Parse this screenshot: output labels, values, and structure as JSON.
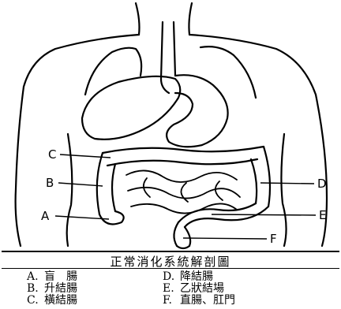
{
  "diagram": {
    "callouts": {
      "a": "A",
      "b": "B",
      "c": "C",
      "d": "D",
      "e": "E",
      "f": "F"
    },
    "caption": "正常消化系統解剖圖",
    "legend": [
      {
        "left_key": "A.",
        "left_text": "盲　腸",
        "right_key": "D.",
        "right_text": "降結腸"
      },
      {
        "left_key": "B.",
        "left_text": "升結腸",
        "right_key": "E.",
        "right_text": "乙狀結場"
      },
      {
        "left_key": "C.",
        "left_text": "橫結腸",
        "right_key": "F.",
        "right_text": "直腸、肛門"
      }
    ]
  }
}
